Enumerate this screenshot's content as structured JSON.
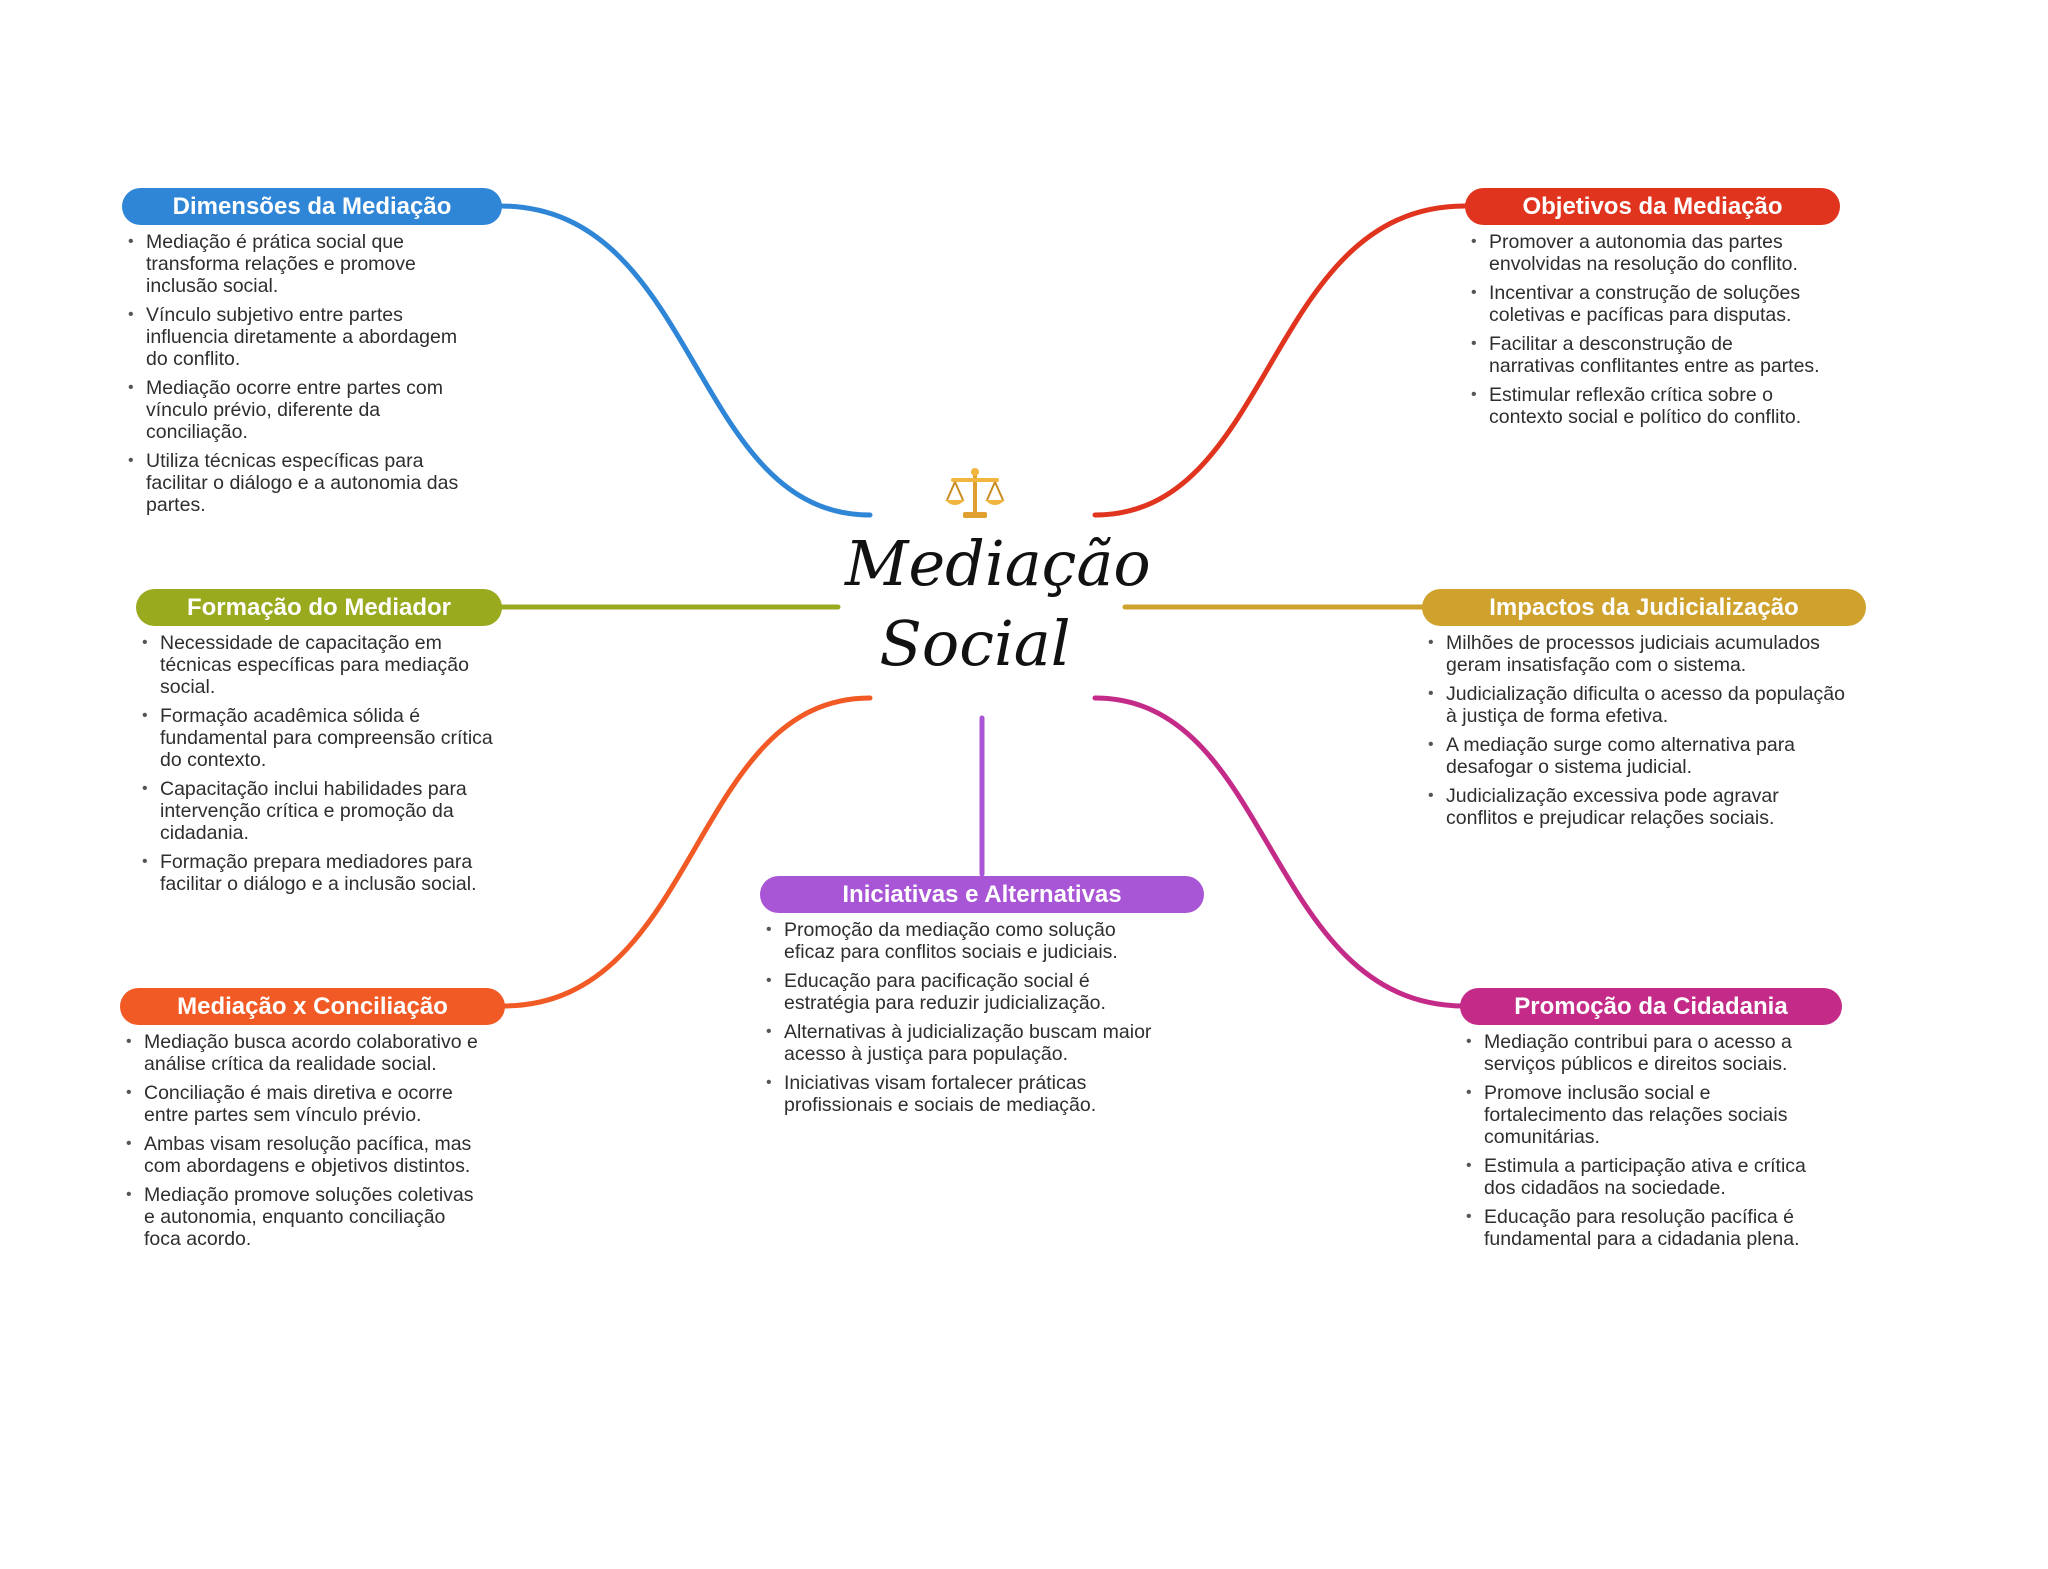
{
  "center": {
    "title": "Mediação\nSocial",
    "icon": "scales-of-justice-icon"
  },
  "topics": [
    {
      "id": "dimensoes",
      "label": "Dimensões da Mediação",
      "color": "#2f86d6",
      "items": [
        "Mediação é prática social que transforma relações e promove inclusão social.",
        "Vínculo subjetivo entre partes influencia diretamente a abordagem do conflito.",
        "Mediação ocorre entre partes com vínculo prévio, diferente da conciliação.",
        "Utiliza técnicas específicas para facilitar o diálogo e a autonomia das partes."
      ]
    },
    {
      "id": "objetivos",
      "label": "Objetivos da Mediação",
      "color": "#e0341e",
      "items": [
        "Promover a autonomia das partes envolvidas na resolução do conflito.",
        "Incentivar a construção de soluções coletivas e pacíficas para disputas.",
        "Facilitar a desconstrução de narrativas conflitantes entre as partes.",
        "Estimular reflexão crítica sobre o contexto social e político do conflito."
      ]
    },
    {
      "id": "formacao",
      "label": "Formação do Mediador",
      "color": "#9aaa1f",
      "items": [
        "Necessidade de capacitação em técnicas específicas para mediação social.",
        "Formação acadêmica sólida é fundamental para compreensão crítica do contexto.",
        "Capacitação inclui habilidades para intervenção crítica e promoção da cidadania.",
        "Formação prepara mediadores para facilitar o diálogo e a inclusão social."
      ]
    },
    {
      "id": "impactos",
      "label": "Impactos da Judicialização",
      "color": "#cfa22e",
      "items": [
        "Milhões de processos judiciais acumulados geram insatisfação com o sistema.",
        "Judicialização dificulta o acesso da população à justiça de forma efetiva.",
        "A mediação surge como alternativa para desafogar o sistema judicial.",
        "Judicialização excessiva pode agravar conflitos e prejudicar relações sociais."
      ]
    },
    {
      "id": "iniciativas",
      "label": "Iniciativas e Alternativas",
      "color": "#a855d6",
      "items": [
        "Promoção da mediação como solução eficaz para conflitos sociais e judiciais.",
        "Educação para pacificação social é estratégia para reduzir judicialização.",
        "Alternativas à judicialização buscam maior acesso à justiça para população.",
        "Iniciativas visam fortalecer práticas profissionais e sociais de mediação."
      ]
    },
    {
      "id": "conciliacao",
      "label": "Mediação x Conciliação",
      "color": "#f15a24",
      "items": [
        "Mediação busca acordo colaborativo e análise crítica da realidade social.",
        "Conciliação é mais diretiva e ocorre entre partes sem vínculo prévio.",
        "Ambas visam resolução pacífica, mas com abordagens e objetivos distintos.",
        "Mediação promove soluções coletivas e autonomia, enquanto conciliação foca acordo."
      ]
    },
    {
      "id": "cidadania",
      "label": "Promoção da Cidadania",
      "color": "#c42b88",
      "items": [
        "Mediação contribui para o acesso a serviços públicos e direitos sociais.",
        "Promove inclusão social e fortalecimento das relações sociais comunitárias.",
        "Estimula a participação ativa e crítica dos cidadãos na sociedade.",
        "Educação para resolução pacífica é fundamental para a cidadania plena."
      ]
    }
  ]
}
